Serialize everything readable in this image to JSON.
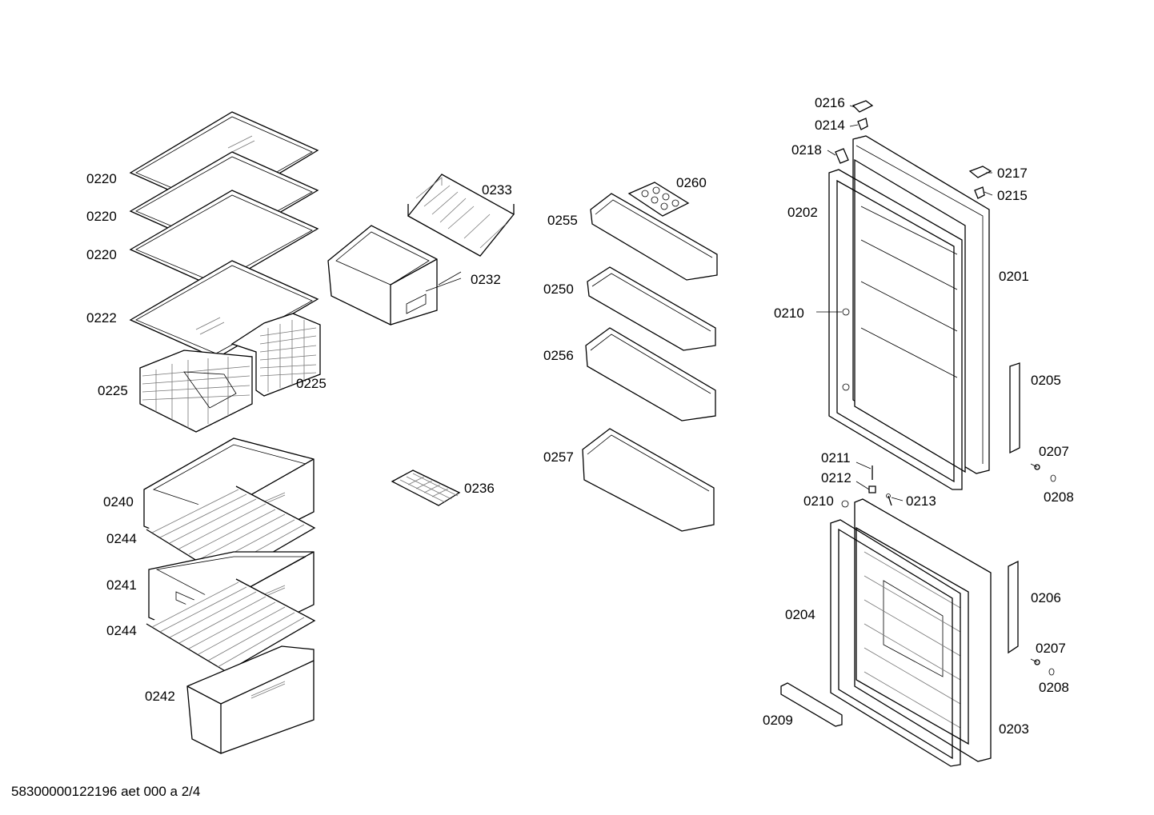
{
  "labels": {
    "l0220a": "0220",
    "l0220b": "0220",
    "l0220c": "0220",
    "l0222": "0222",
    "l0225a": "0225",
    "l0225b": "0225",
    "l0240": "0240",
    "l0244a": "0244",
    "l0241": "0241",
    "l0244b": "0244",
    "l0242": "0242",
    "l0233": "0233",
    "l0232": "0232",
    "l0236": "0236",
    "l0260": "0260",
    "l0255": "0255",
    "l0250": "0250",
    "l0256": "0256",
    "l0257": "0257",
    "l0216": "0216",
    "l0214": "0214",
    "l0218": "0218",
    "l0217": "0217",
    "l0215": "0215",
    "l0202": "0202",
    "l0201": "0201",
    "l0210a": "0210",
    "l0205": "0205",
    "l0211": "0211",
    "l0212": "0212",
    "l0207a": "0207",
    "l0208a": "0208",
    "l0210b": "0210",
    "l0213": "0213",
    "l0206": "0206",
    "l0204": "0204",
    "l0207b": "0207",
    "l0208b": "0208",
    "l0209": "0209",
    "l0203": "0203"
  },
  "footer": "58300000122196 aet 000 a 2/4"
}
